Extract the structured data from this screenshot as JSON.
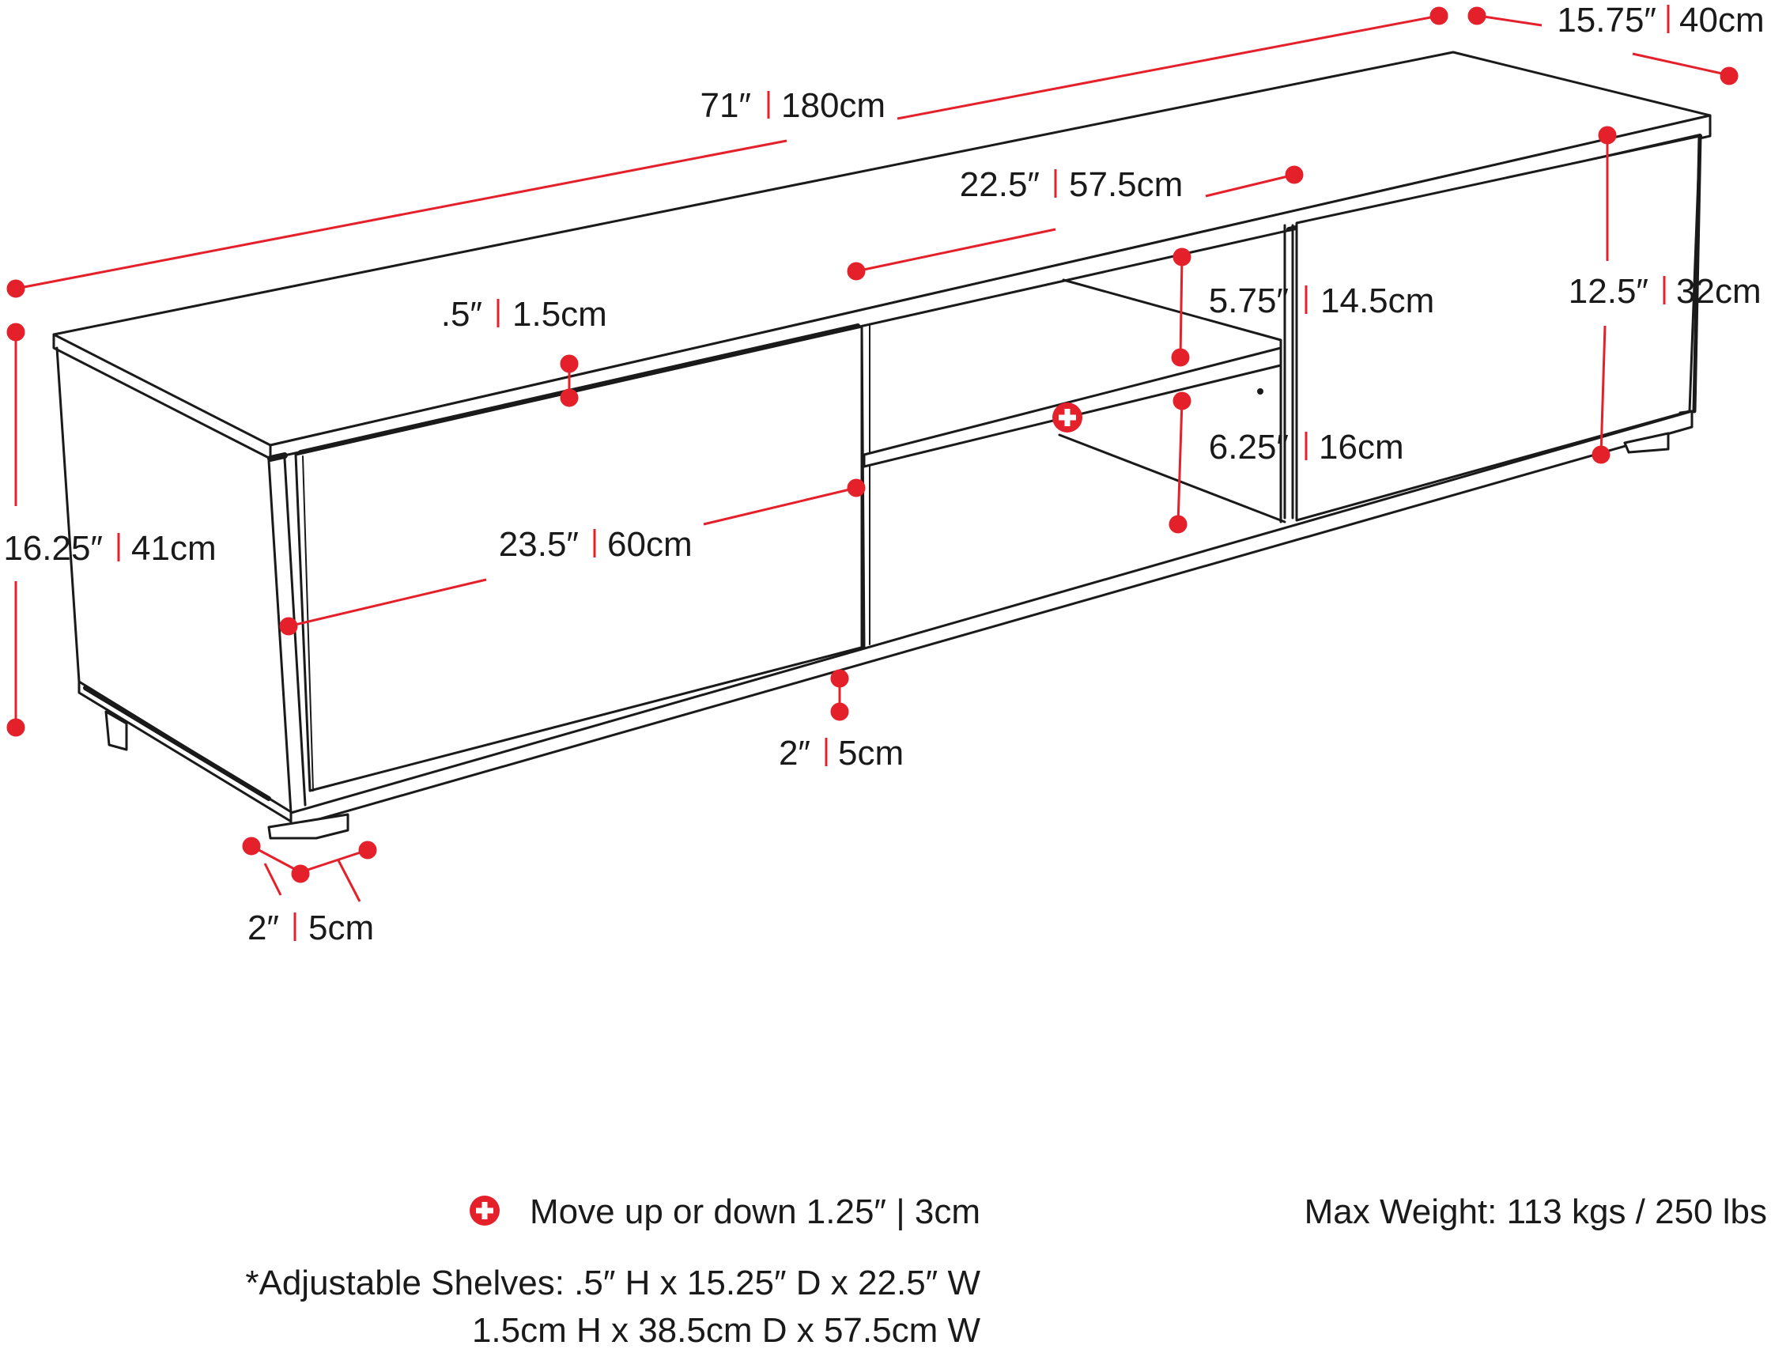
{
  "dimensions": {
    "depth_total": {
      "imperial": "15.75″",
      "metric": "40cm"
    },
    "width_total": {
      "imperial": "71″",
      "metric": "180cm"
    },
    "compartment_width": {
      "imperial": "22.5″",
      "metric": "57.5cm"
    },
    "top_thickness": {
      "imperial": ".5″",
      "metric": "1.5cm"
    },
    "upper_opening": {
      "imperial": "5.75″",
      "metric": "14.5cm"
    },
    "interior_height": {
      "imperial": "12.5″",
      "metric": "32cm"
    },
    "lower_opening": {
      "imperial": "6.25″",
      "metric": "16cm"
    },
    "height_total": {
      "imperial": "16.25″",
      "metric": "41cm"
    },
    "door_width": {
      "imperial": "23.5″",
      "metric": "60cm"
    },
    "base_clearance": {
      "imperial": "2″",
      "metric": "5cm"
    },
    "foot_size": {
      "imperial": "2″",
      "metric": "5cm"
    }
  },
  "notes": {
    "adjustable_hint": "Move up or down 1.25″ | 3cm",
    "max_weight": "Max Weight: 113 kgs / 250 lbs",
    "shelves_imperial": "*Adjustable Shelves: .5″ H x 15.25″ D x 22.5″ W",
    "shelves_metric": "1.5cm H x 38.5cm D x 57.5cm W"
  },
  "colors": {
    "accent_red": "#e4202a",
    "line": "#1a1a1a",
    "background": "#ffffff"
  },
  "icons": {
    "marker": "red-dot-icon",
    "adjust": "plus-circle-icon"
  }
}
